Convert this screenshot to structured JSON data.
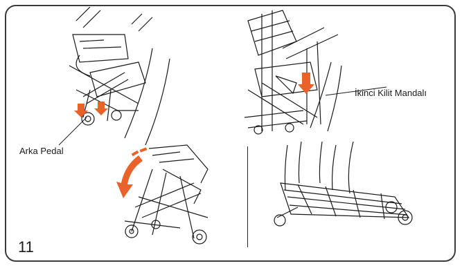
{
  "labels": {
    "rear_pedal": "Arka Pedal",
    "second_lock_latch": "İkinci Kilit Mandalı"
  },
  "step_number": "11",
  "colors": {
    "accent": "#e8622a",
    "line": "#1a1a1a",
    "border": "#3a3a3a"
  },
  "icons": {
    "top_left": "stroller-rear-pedal-illustration",
    "top_right": "stroller-second-lock-illustration",
    "bottom_left": "stroller-folding-illustration",
    "bottom_right": "stroller-folded-illustration"
  }
}
